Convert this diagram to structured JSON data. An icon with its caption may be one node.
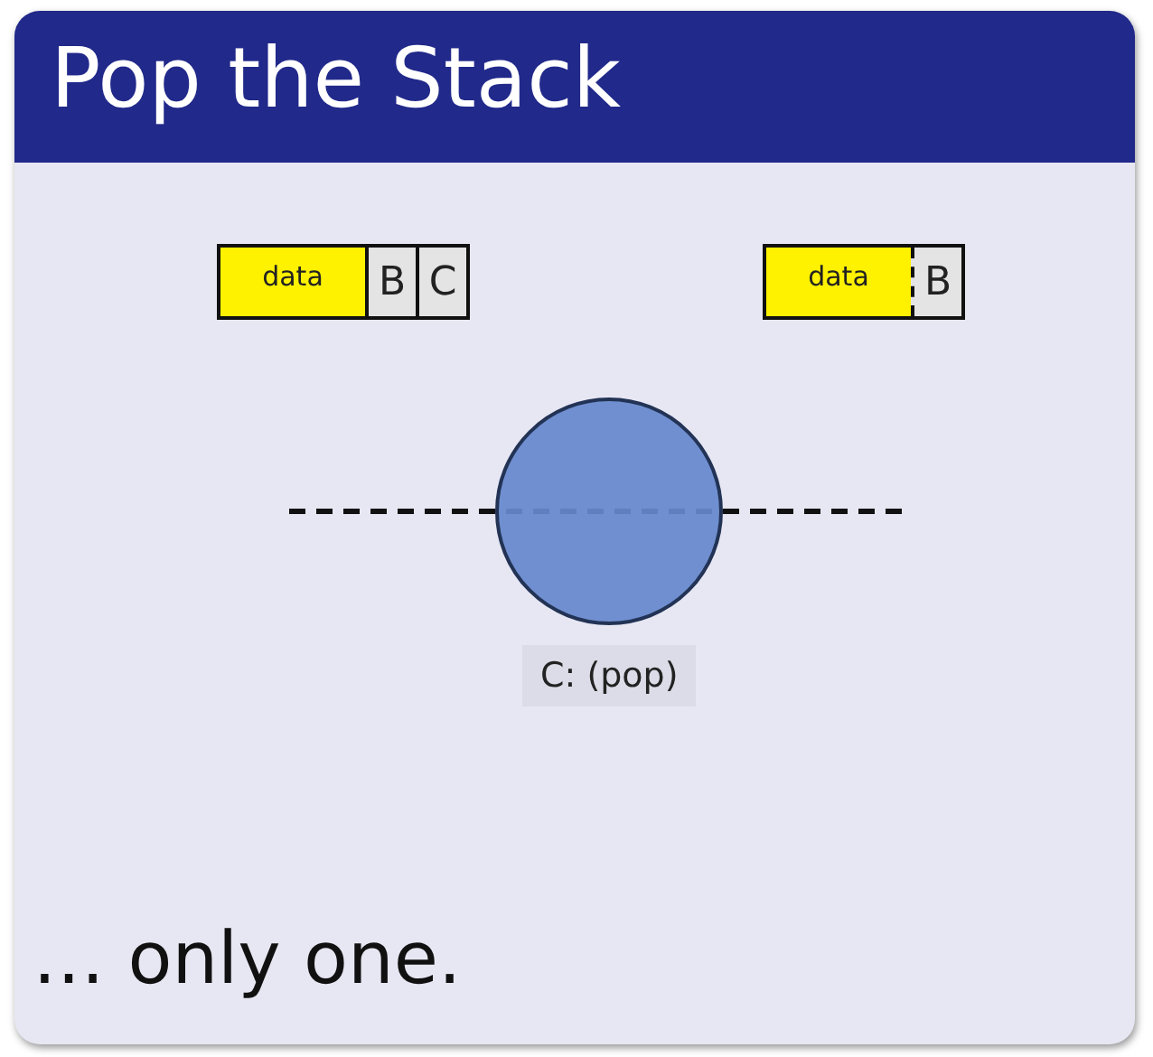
{
  "diagram": {
    "title": "Pop the Stack",
    "caption": "… only one.",
    "nodes": [
      {
        "text": [
          "data",
          "B",
          "C"
        ]
      },
      {
        "text": [
          "data",
          "B"
        ]
      },
      {
        "text": [],
        "shape": "circle",
        "beside": [
          "C: (pop)"
        ]
      }
    ],
    "edges": []
  }
}
